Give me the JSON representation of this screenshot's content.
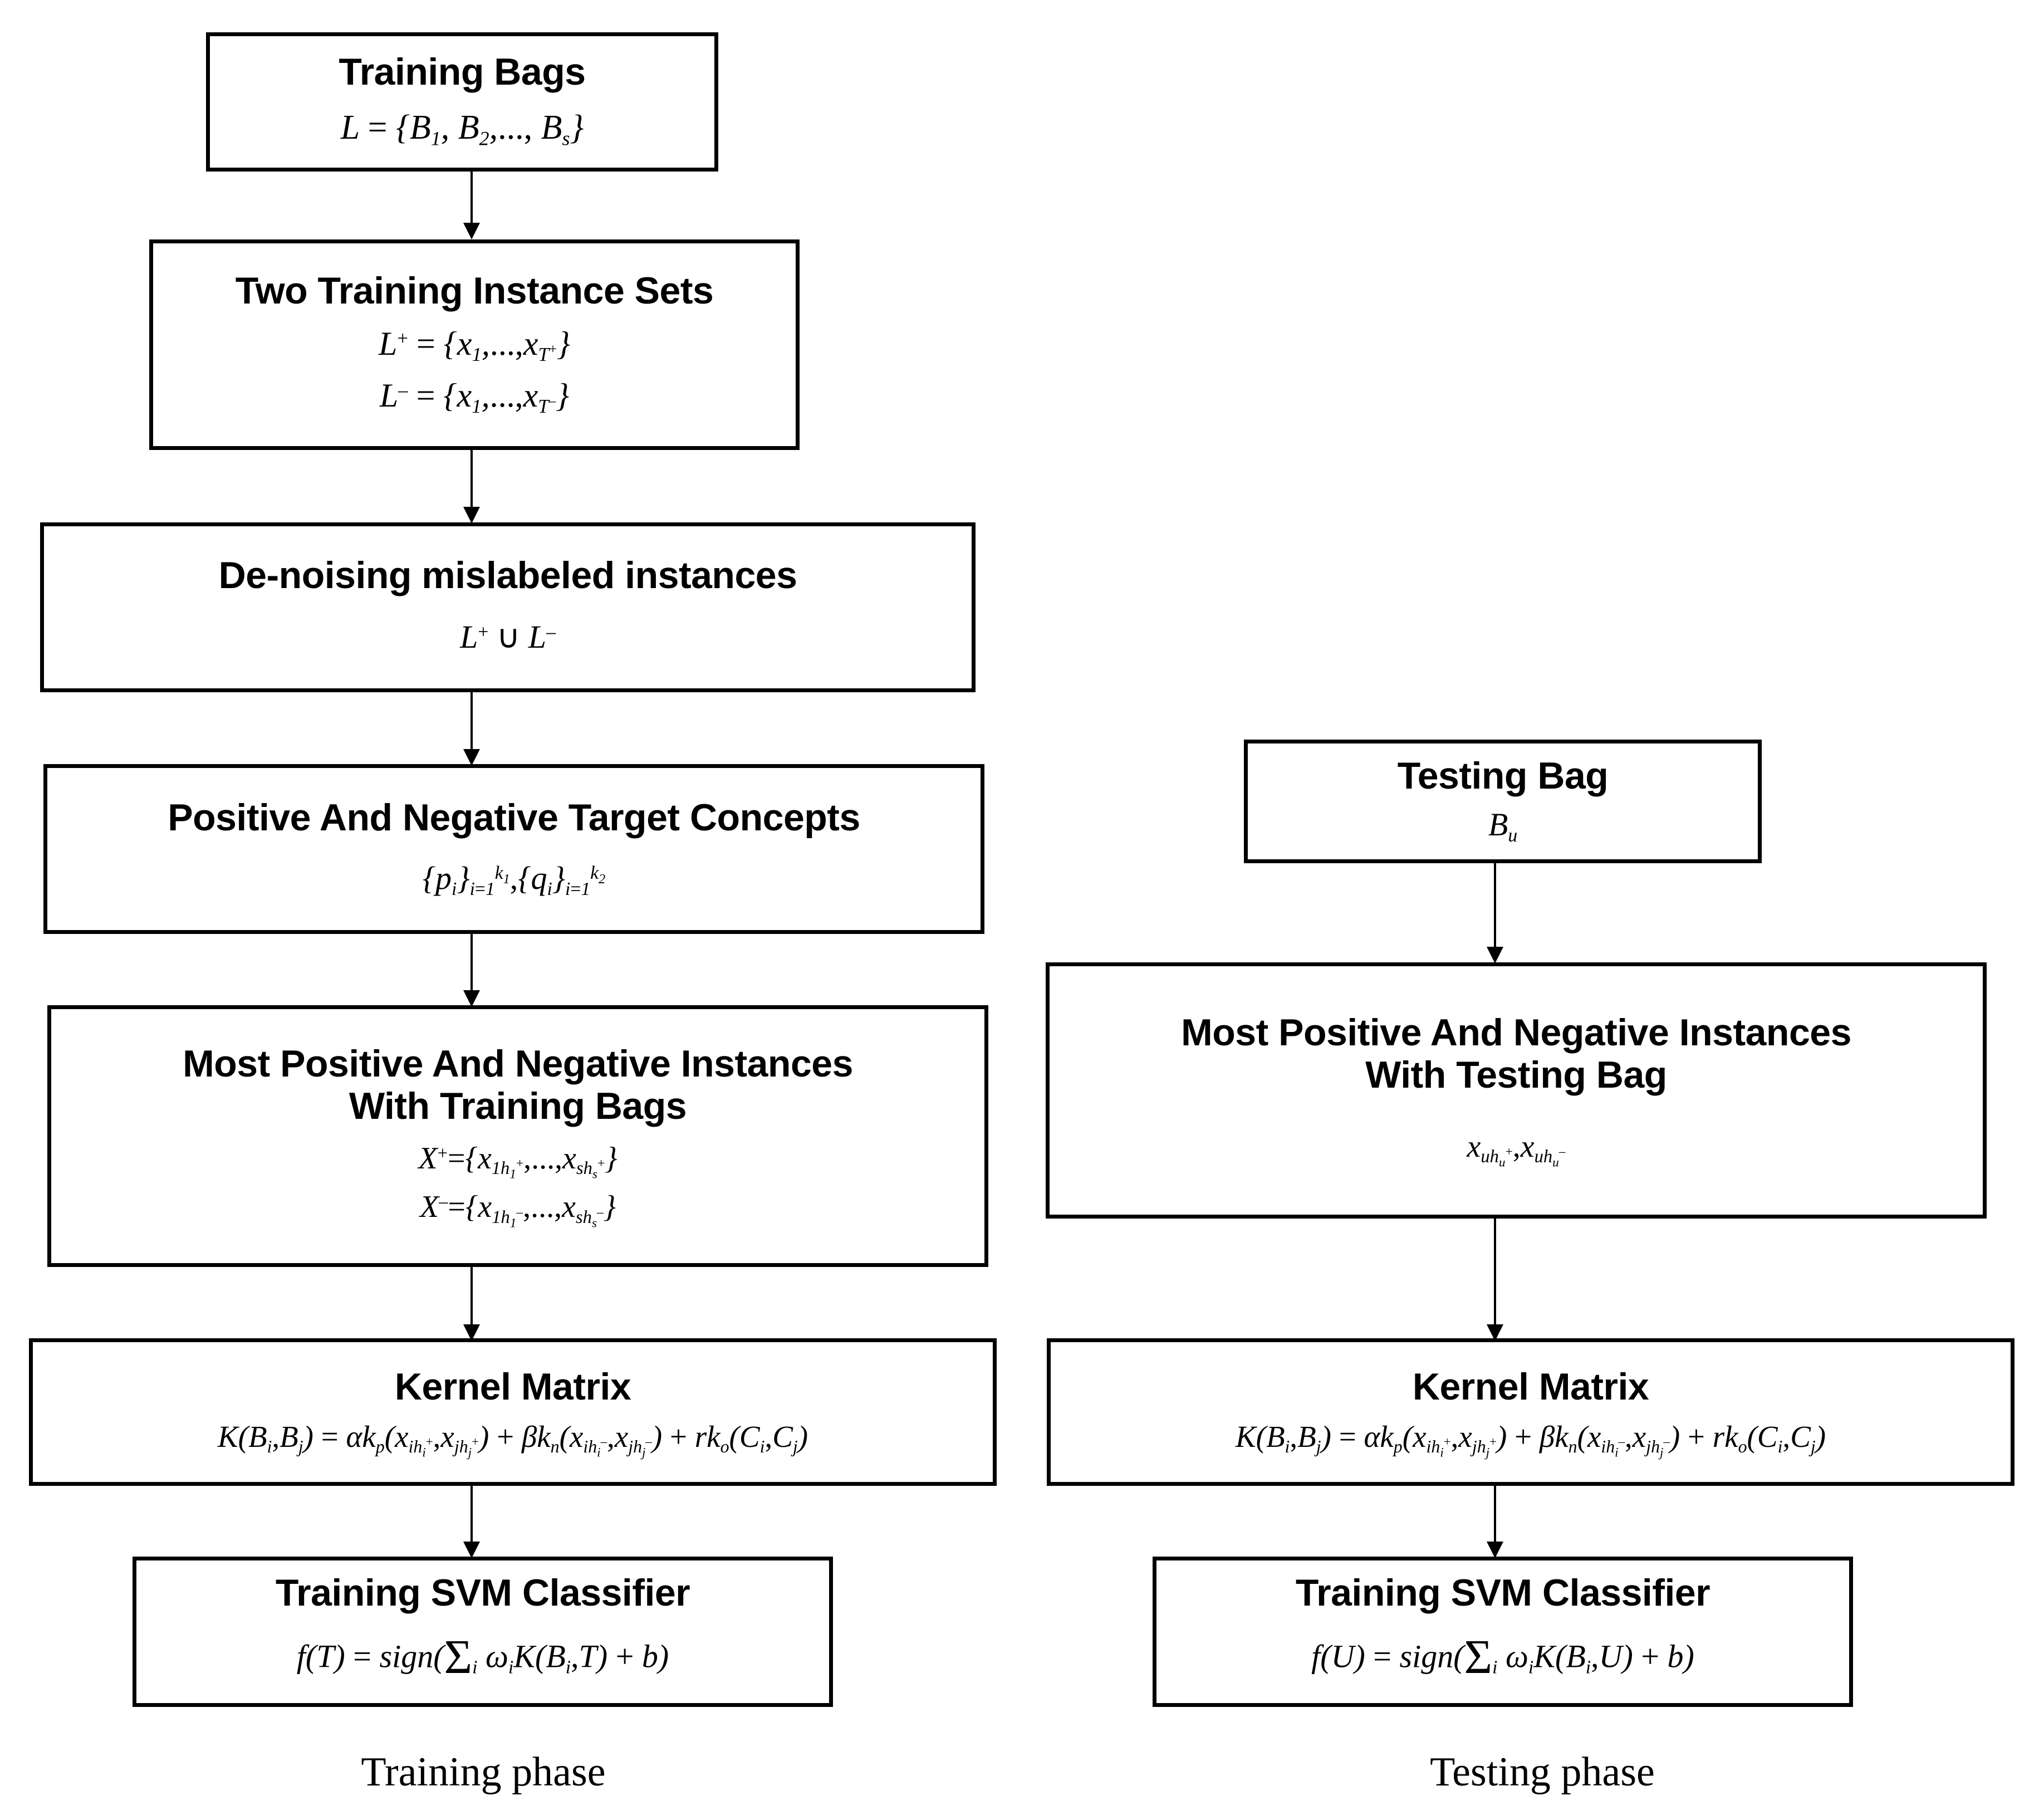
{
  "diagram": {
    "title": "Multi-instance learning SVM framework flowchart",
    "accent_color": "#000000",
    "background_color": "#ffffff"
  },
  "training_phase": {
    "caption": "Training phase",
    "nodes": [
      {
        "id": "training-bags",
        "title": "Training Bags",
        "formula_text": "L = {B1, B2, ..., Bs}"
      },
      {
        "id": "two-training-instance-sets",
        "title": "Two Training Instance Sets",
        "formula_text_1": "L+ = {x1, ..., xT+}",
        "formula_text_2": "L- = {x1, ..., xT-}"
      },
      {
        "id": "de-noising-mislabeled-instances",
        "title": "De-noising mislabeled instances",
        "formula_text": "L+ ∪ L-"
      },
      {
        "id": "positive-and-negative-target-concepts",
        "title": "Positive And Negative Target Concepts",
        "formula_text": "{pi}^{k1}_{i=1}, {qi}^{k2}_{i=1}"
      },
      {
        "id": "most-positive-negative-instances-training-bags",
        "title": "Most Positive And Negative Instances\nWith Training Bags",
        "formula_text_1": "X+ = {x1h1+, ..., xshs+}",
        "formula_text_2": "X- = {x1h1-, ..., xshs-}"
      },
      {
        "id": "kernel-matrix-training",
        "title": "Kernel Matrix",
        "formula_text": "K(Bi,Bj) = αkp(xihi+, xjhj+) + βkn(xihi-, xjhj-) + rko(Ci,Cj)"
      },
      {
        "id": "training-svm-classifier-train",
        "title": "Training SVM Classifier",
        "formula_text": "f(T) = sign(Σi ωi K(Bi,T) + b)"
      }
    ]
  },
  "testing_phase": {
    "caption": "Testing phase",
    "nodes": [
      {
        "id": "testing-bag",
        "title": "Testing Bag",
        "formula_text": "Bu"
      },
      {
        "id": "most-positive-negative-instances-testing-bag",
        "title": "Most Positive And Negative Instances\nWith Testing Bag",
        "formula_text": "xuhu+, xuhu-"
      },
      {
        "id": "kernel-matrix-testing",
        "title": "Kernel Matrix",
        "formula_text": "K(Bi,Bj) = αkp(xihi+, xjhj+) + βkn(xihi-, xjhj-) + rko(Ci,Cj)"
      },
      {
        "id": "training-svm-classifier-test",
        "title": "Training SVM Classifier",
        "formula_text": "f(U) = sign(Σi ωi K(Bi,U) + b)"
      }
    ]
  }
}
